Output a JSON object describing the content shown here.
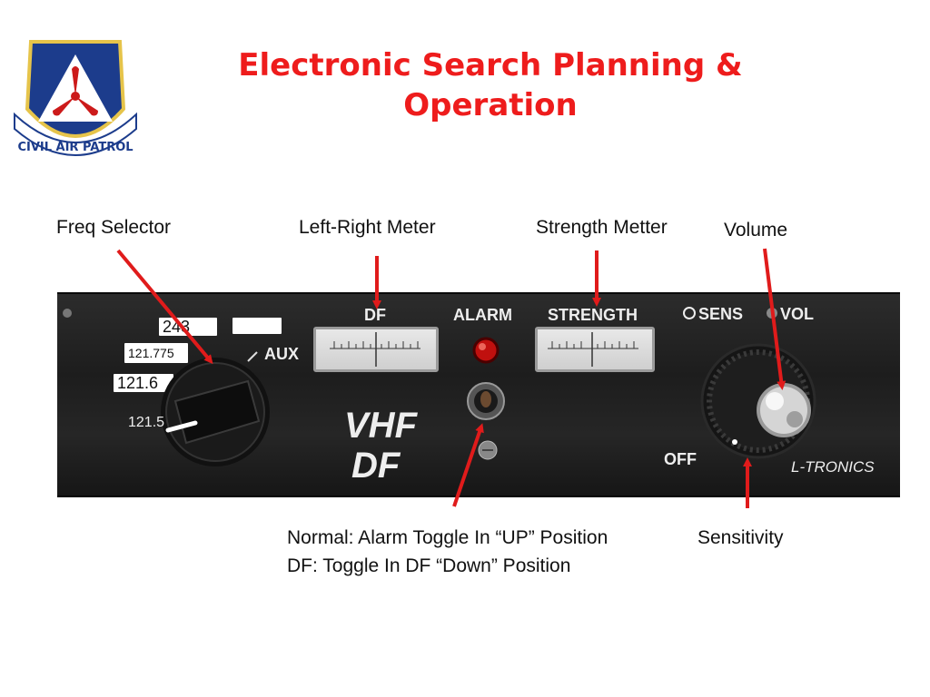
{
  "title": "Electronic Search Planning & Operation",
  "logo": {
    "text": "CIVIL AIR PATROL"
  },
  "labels": {
    "freq_selector": "Freq Selector",
    "left_right_meter": "Left-Right Meter",
    "strength_meter": "Strength Metter",
    "volume": "Volume",
    "sensitivity": "Sensitivity",
    "toggle_normal": "Normal: Alarm Toggle In “UP” Position",
    "toggle_df": "DF: Toggle In DF “Down” Position"
  },
  "panel": {
    "freq_243": "243",
    "freq_121_775": "121.775",
    "freq_121_6": "121.6",
    "freq_121_5": "121.5",
    "aux": "AUX",
    "df": "DF",
    "alarm": "ALARM",
    "strength": "STRENGTH",
    "sens": "SENS",
    "vol": "VOL",
    "off": "OFF",
    "vhf": "VHF",
    "df_big": "DF",
    "brand": "L-TRONICS"
  },
  "colors": {
    "title": "#ee1c1c",
    "arrow": "#e01b1b",
    "panel": "#222222",
    "alarm_led": "#c0100e"
  }
}
